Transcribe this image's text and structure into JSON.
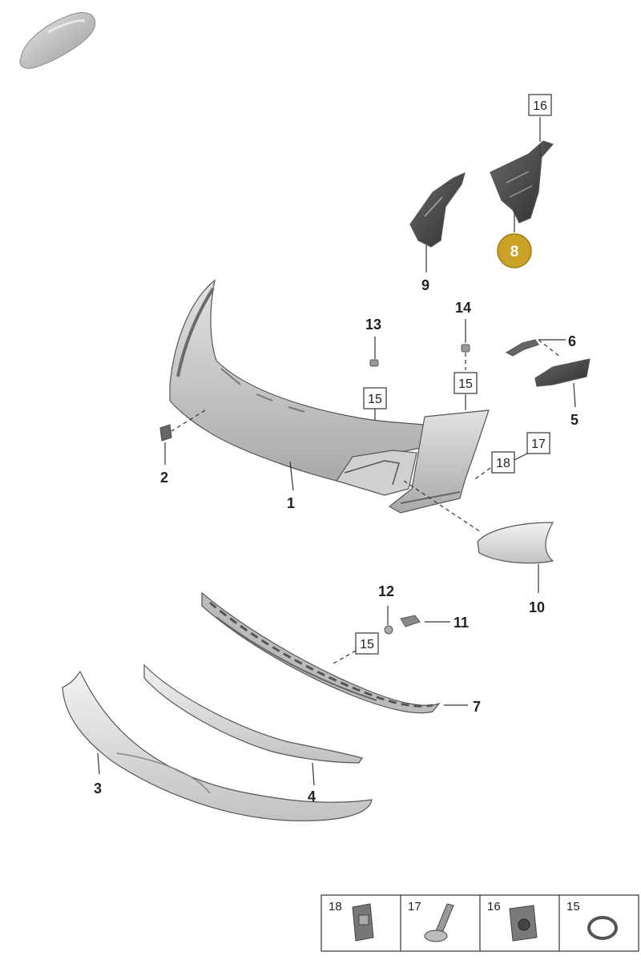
{
  "callouts": [
    {
      "id": "c1",
      "text": "1"
    },
    {
      "id": "c2",
      "text": "2"
    },
    {
      "id": "c3",
      "text": "3"
    },
    {
      "id": "c4",
      "text": "4"
    },
    {
      "id": "c5",
      "text": "5"
    },
    {
      "id": "c6",
      "text": "6"
    },
    {
      "id": "c7",
      "text": "7"
    },
    {
      "id": "c8",
      "text": "8",
      "highlighted": true
    },
    {
      "id": "c9",
      "text": "9"
    },
    {
      "id": "c10",
      "text": "10"
    },
    {
      "id": "c11",
      "text": "11"
    },
    {
      "id": "c12",
      "text": "12"
    },
    {
      "id": "c13",
      "text": "13"
    },
    {
      "id": "c14",
      "text": "14"
    }
  ],
  "boxed_callouts": [
    {
      "id": "b16",
      "text": "16"
    },
    {
      "id": "b15a",
      "text": "15"
    },
    {
      "id": "b15b",
      "text": "15"
    },
    {
      "id": "b17",
      "text": "17"
    },
    {
      "id": "b18",
      "text": "18"
    },
    {
      "id": "b15c",
      "text": "15"
    }
  ],
  "legend": {
    "cells": [
      {
        "text": "18",
        "icon": "bracket-clip-icon"
      },
      {
        "text": "17",
        "icon": "push-rivet-icon"
      },
      {
        "text": "16",
        "icon": "nut-clip-icon"
      },
      {
        "text": "15",
        "icon": "seal-ring-icon"
      }
    ]
  },
  "colors": {
    "highlight": "#c9a227",
    "part_fill": "#cfcfcf",
    "part_dark": "#4a4a4a",
    "line": "#333333"
  }
}
